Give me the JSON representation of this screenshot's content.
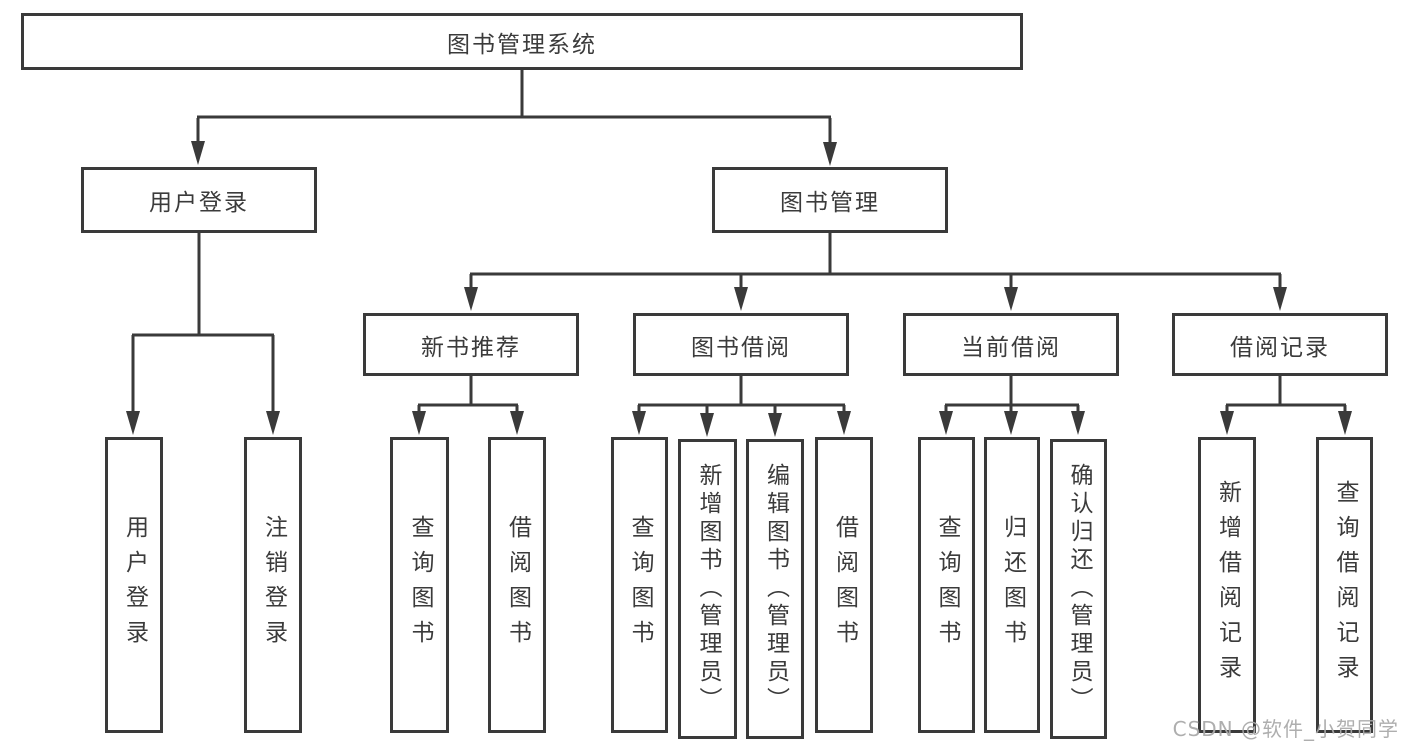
{
  "tree": {
    "root": "图书管理系统",
    "branches": [
      {
        "label": "用户登录",
        "children": [
          "用户登录",
          "注销登录"
        ]
      },
      {
        "label": "图书管理",
        "sections": [
          {
            "label": "新书推荐",
            "children": [
              "查询图书",
              "借阅图书"
            ]
          },
          {
            "label": "图书借阅",
            "children": [
              "查询图书",
              "新增图书（管理员）",
              "编辑图书（管理员）",
              "借阅图书"
            ]
          },
          {
            "label": "当前借阅",
            "children": [
              "查询图书",
              "归还图书",
              "确认归还（管理员）"
            ]
          },
          {
            "label": "借阅记录",
            "children": [
              "新增借阅记录",
              "查询借阅记录"
            ]
          }
        ]
      }
    ]
  },
  "watermark": "CSDN @软件_小贺同学",
  "colors": {
    "line": "#3a3a3a",
    "text": "#3b3b3b",
    "box_background": "#ffffff",
    "watermark": "#aaaaaa"
  }
}
